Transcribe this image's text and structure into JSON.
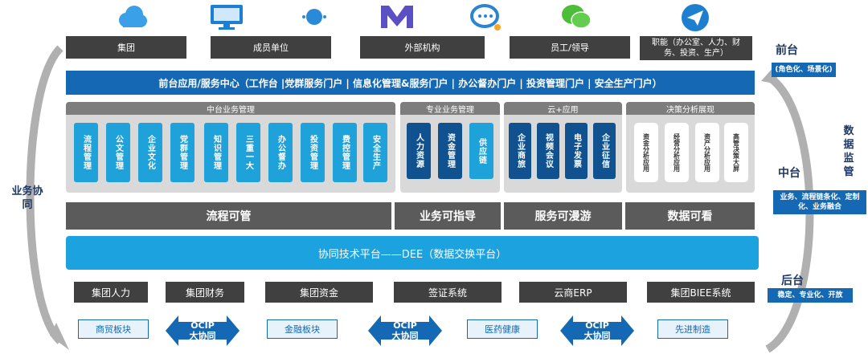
{
  "top_entries": [
    {
      "label": "集团",
      "icon": "cloud-icon"
    },
    {
      "label": "成员单位",
      "icon": "monitor-icon"
    },
    {
      "label": "外部机构",
      "icon": "m-logo-icon"
    },
    {
      "label": "员工/领导",
      "icon": "wechat-icon"
    },
    {
      "label": "职能（办公室、人力、财务、投资、生产）",
      "icon": "paper-plane-icon"
    }
  ],
  "header_bar": "前台应用/服务中心（工作台 |党群服务门户 | 信息化管理&服务门户 | 办公督办门户  |  投资管理门户 | 安全生产门户）",
  "panels": [
    {
      "title": "中台业务管理",
      "items": [
        "流程管理",
        "公文管理",
        "企业文化",
        "党群管理",
        "知识管理",
        "三重一大",
        "办公督办",
        "投资管理",
        "费控管理",
        "安全生产"
      ]
    },
    {
      "title": "专业业务管理",
      "items": [
        "人力资源",
        "资金管理",
        "供应链"
      ]
    },
    {
      "title": "云+应用",
      "items": [
        "企业商旅",
        "视频会议",
        "电子发票",
        "企业征信"
      ]
    },
    {
      "title": "决策分析展现",
      "items": [
        "资金分析应用",
        "经营分析应用",
        "资产分析应用",
        "高管决策大屏"
      ]
    }
  ],
  "capabilities": [
    "流程可管",
    "业务可指导",
    "服务可漫游",
    "数据可看"
  ],
  "platform": "协同技术平台——DEE（数据交换平台）",
  "backend_systems": [
    "集团人力",
    "集团财务",
    "集团资金",
    "签证系统",
    "云商ERP",
    "集团BIEE系统"
  ],
  "sectors": [
    "商贸板块",
    "金融板块",
    "医药健康",
    "先进制造"
  ],
  "ocip": {
    "line1": "OCIP",
    "line2": "大协同"
  },
  "left_label": "业务协同",
  "right_label": "数据监管",
  "right_tiers": [
    {
      "title": "前台",
      "desc": "(角色化、场景化)"
    },
    {
      "title": "中台",
      "desc": "业务、流程链条化、定制化、业务融合"
    },
    {
      "title": "后台",
      "desc": "稳定、专业化、开放"
    }
  ],
  "colors": {
    "primary_blue": "#1569b4",
    "light_blue": "#1fa1d9",
    "dark_grey": "#404040"
  }
}
